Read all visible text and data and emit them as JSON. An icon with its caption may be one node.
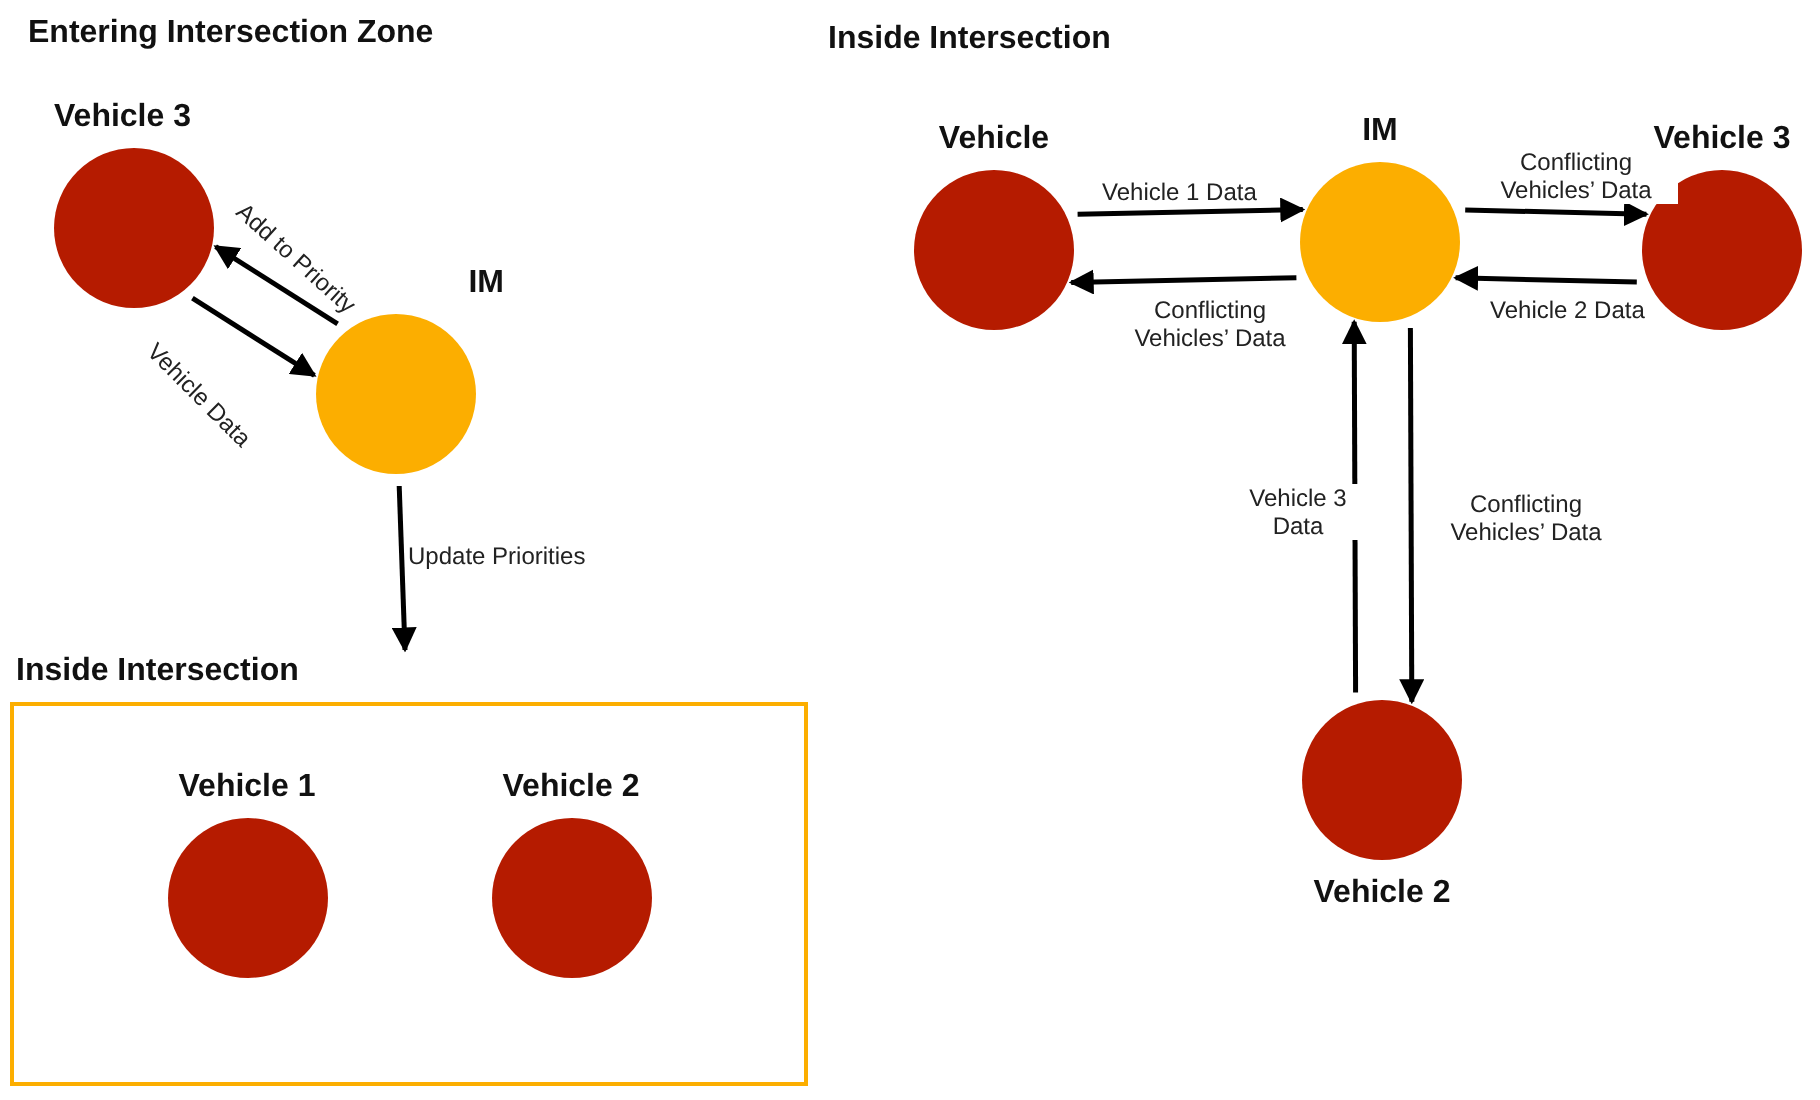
{
  "diagram": {
    "nodes": [
      {
        "text": [
          "Vehicle 3"
        ]
      },
      {
        "text": [
          "IM"
        ]
      },
      {
        "text": [
          "Inside Intersection"
        ]
      },
      {
        "text": [
          "Vehicle 1"
        ],
        "in": 2
      },
      {
        "text": [
          "Vehicle 2"
        ],
        "in": 2
      },
      {
        "text": [
          "Vehicle"
        ]
      },
      {
        "text": [
          "IM"
        ]
      },
      {
        "text": [
          "Vehicle 3"
        ]
      },
      {
        "text": [
          "Vehicle 2"
        ]
      }
    ],
    "edges": [
      {
        "from": 0,
        "to": 1,
        "arrow": "to",
        "label": "Vehicle Data"
      },
      {
        "from": 1,
        "to": 0,
        "arrow": "to",
        "label": "Add to Priority"
      },
      {
        "from": 1,
        "to": 2,
        "arrow": "to",
        "label": "Update Priorities"
      },
      {
        "from": 5,
        "to": 6,
        "arrow": "to",
        "label": "Vehicle 1 Data"
      },
      {
        "from": 6,
        "to": 5,
        "arrow": "to",
        "label": "Conflicting Vehicles’ Data"
      },
      {
        "from": 6,
        "to": 7,
        "arrow": "to",
        "label": "Conflicting Vehicles’ Data"
      },
      {
        "from": 7,
        "to": 6,
        "arrow": "to",
        "label": "Vehicle 2 Data"
      },
      {
        "from": 8,
        "to": 6,
        "arrow": "to",
        "label": "Vehicle 3 Data"
      },
      {
        "from": 6,
        "to": 8,
        "arrow": "to",
        "label": "Conflicting Vehicles’ Data"
      }
    ],
    "labels": [
      "Entering Intersection Zone",
      "Inside Intersection"
    ]
  }
}
